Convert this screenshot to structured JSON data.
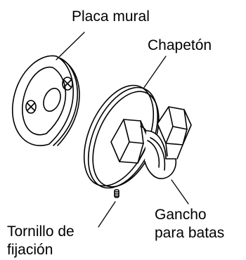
{
  "labels": {
    "wall_plate": "Placa mural",
    "escutcheon": "Chapetón",
    "robe_hook": [
      "Gancho",
      "para batas"
    ],
    "set_screw": [
      "Tornillo de",
      "fijación"
    ]
  },
  "colors": {
    "line": "#000000",
    "background": "#ffffff"
  }
}
